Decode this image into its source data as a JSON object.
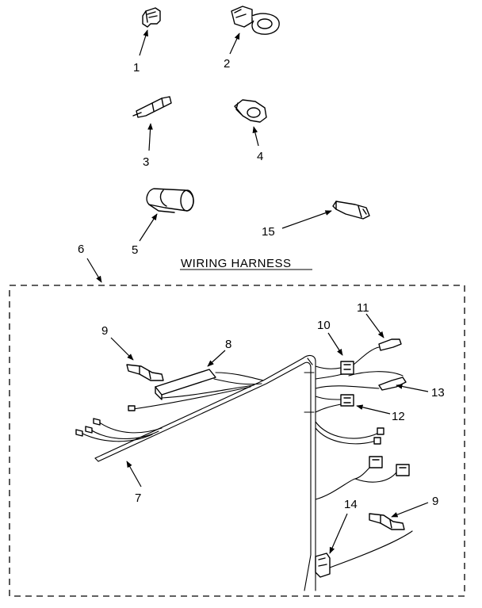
{
  "title": "WIRING HARNESS",
  "callouts": {
    "c1": "1",
    "c2": "2",
    "c3": "3",
    "c4": "4",
    "c5": "5",
    "c6": "6",
    "c7": "7",
    "c8": "8",
    "c9a": "9",
    "c9b": "9",
    "c10": "10",
    "c11": "11",
    "c12": "12",
    "c13": "13",
    "c14": "14",
    "c15": "15"
  }
}
